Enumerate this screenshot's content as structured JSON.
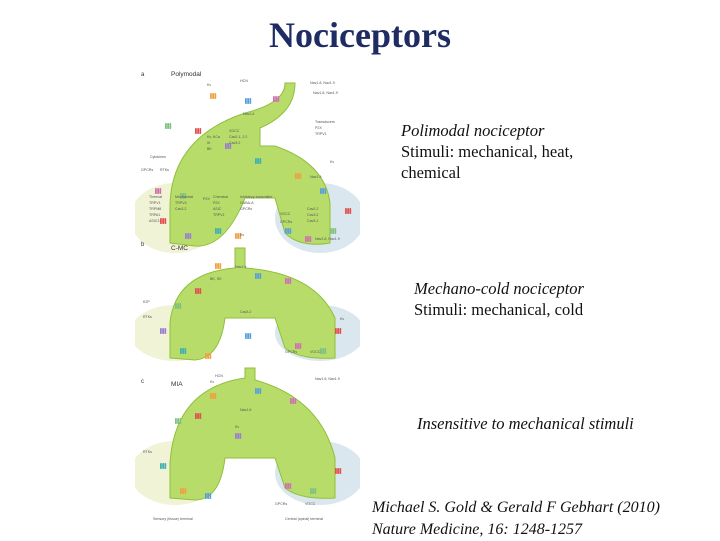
{
  "title": "Nociceptors",
  "panels": [
    {
      "letter": "a",
      "name": "Polymodal",
      "caption_title": "Polimodal nociceptor",
      "caption_stimuli": "Stimuli: mechanical, heat, chemical",
      "labels": [
        "HCN",
        "Nav1.8, Nav1.9",
        "Kv",
        "Nav1.6",
        "Nav1.8, Nav1.9",
        "Kv, KCa",
        "IK",
        "BK",
        "VGCC",
        "Cav2.1, 2.2",
        "Cav3.2",
        "Transducers",
        "P2X",
        "TRPV1",
        "Kv",
        "Cytokines",
        "RTKs",
        "GPCRs",
        "Nav1.9",
        "Thermal",
        "TRPV1",
        "TRPM8",
        "TRPA1",
        "ASIC3",
        "Mechanical",
        "TRPV4",
        "Cav3.2",
        "P2X",
        "Chemical",
        "P2X",
        "ASIC",
        "TRPV1",
        "Inhibitory transmitter",
        "GABA-A",
        "GPCRs",
        "VGCC",
        "Cav2.2",
        "Cav3.2",
        "Cav3.1",
        "GPCRs"
      ]
    },
    {
      "letter": "b",
      "name": "C-MC",
      "caption_title": "Mechano-cold nociceptor",
      "caption_stimuli": "Stimuli: mechanical, cold",
      "labels": [
        "Kv",
        "Nav1.8, Nav1.9",
        "Nav1.6",
        "BK, SK",
        "K2P",
        "RTKs",
        "Cav3.2",
        "Kv",
        "GPCRs",
        "VGCC"
      ]
    },
    {
      "letter": "c",
      "name": "MIA",
      "caption_title": "Insensitive to mechanical stimuli",
      "caption_stimuli": "",
      "labels": [
        "HCN",
        "Kv",
        "Nav1.8, Nav1.9",
        "Nav1.6",
        "Kv",
        "RTKs",
        "GPCRs",
        "VGCC"
      ],
      "terminal_left": "Sensory (tissue) terminal",
      "terminal_right": "Central (spinal) terminal"
    }
  ],
  "colors": {
    "title": "#1f2b63",
    "neuron_green": "#b8dc6a",
    "neuron_outline": "#8fbf3c",
    "left_bg": "#f0f3d6",
    "right_bg": "#dbe7ee"
  },
  "citation": {
    "line1": "Michael S. Gold & Gerald F Gebhart (2010)",
    "line2": "Nature Medicine, 16: 1248-1257"
  }
}
